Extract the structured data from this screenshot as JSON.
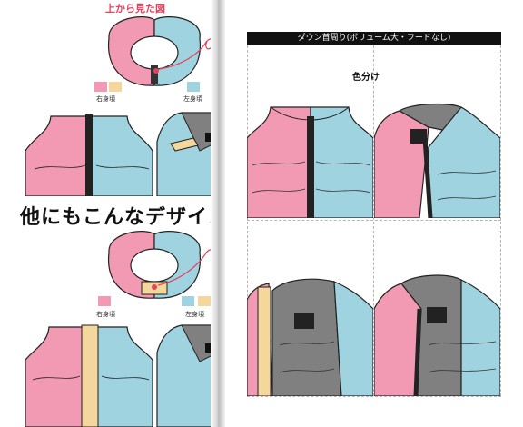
{
  "left_page": {
    "hand_title": "上から見た図",
    "headline": "他にもこんなデザイン",
    "top_figure": {
      "right_label": "右身頃",
      "left_label": "左身頃",
      "swatches": [
        "#f29ab3",
        "#f4d79d",
        "#9fd3e0"
      ]
    },
    "bottom_figure": {
      "right_label": "右身頃",
      "left_label": "左身頃",
      "swatches": [
        "#f29ab3",
        "#9fd3e0",
        "#f4d79d"
      ]
    }
  },
  "right_page": {
    "banner": "ダウン首周り(ボリューム大・フードなし)",
    "panel_label": "色分け"
  },
  "colors": {
    "pink": "#f29ab3",
    "blue": "#9fd3e0",
    "cream": "#f4d79d",
    "gray": "#808080",
    "dark_gray": "#5a5a5a"
  }
}
